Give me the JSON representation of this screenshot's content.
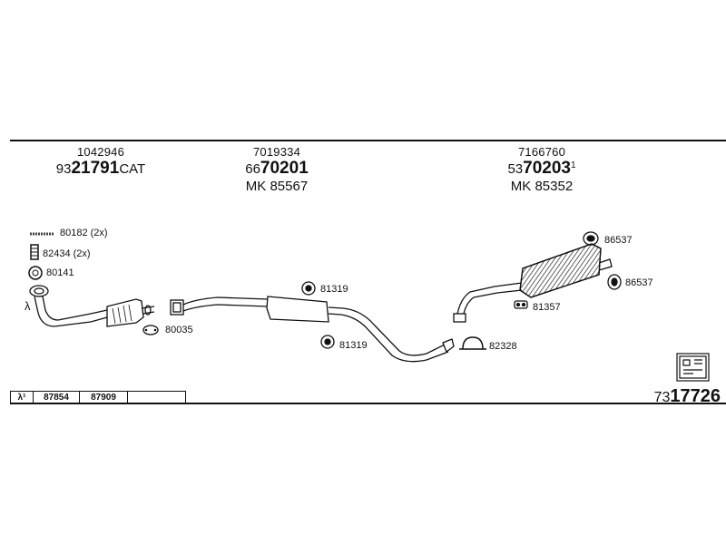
{
  "sections": [
    {
      "ref": "1042946",
      "code_prefix": "93",
      "code_main": "21791",
      "code_suffix": "CAT",
      "mk": ""
    },
    {
      "ref": "7019334",
      "code_prefix": "66",
      "code_main": "70201",
      "code_suffix": "",
      "mk": "MK 85567"
    },
    {
      "ref": "7166760",
      "code_prefix": "53",
      "code_main": "70203",
      "code_suffix": "1",
      "mk": "MK 85352"
    }
  ],
  "parts": {
    "p80182": "80182 (2x)",
    "p82434": "82434 (2x)",
    "p80141": "80141",
    "p80035": "80035",
    "p81319a": "81319",
    "p81319b": "81319",
    "p86537a": "86537",
    "p86537b": "86537",
    "p81357": "81357",
    "p82328": "82328"
  },
  "lambda_symbol": "λ",
  "legend": {
    "symbol": "λ¹",
    "cells": [
      "87854",
      "87909",
      ""
    ]
  },
  "catalog": {
    "prefix": "73",
    "main": "17726"
  }
}
